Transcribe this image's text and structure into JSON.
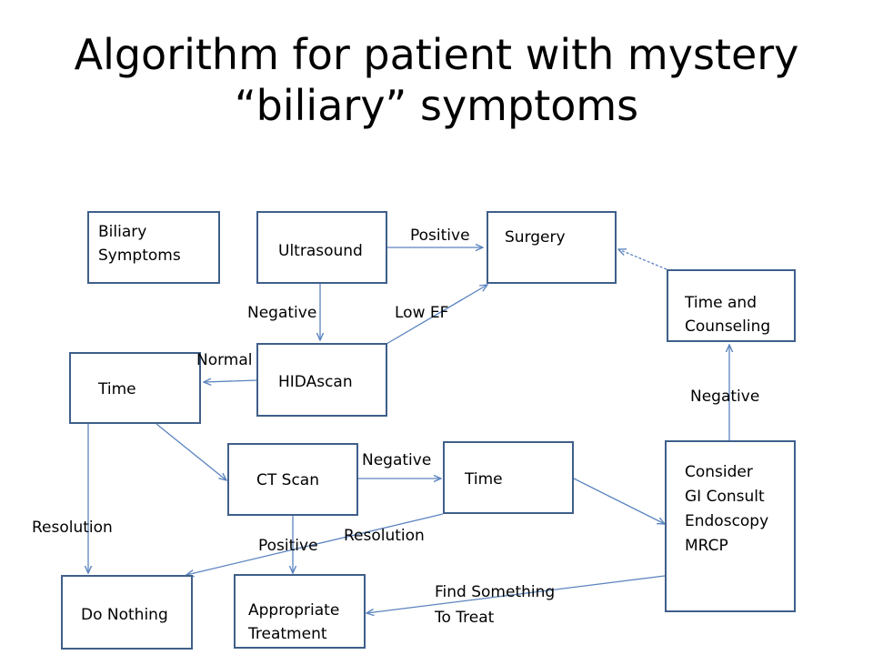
{
  "title": {
    "line1": "Algorithm for patient with mystery",
    "line2": "“biliary” symptoms"
  },
  "nodes": {
    "biliary_symptoms": [
      "Biliary",
      "Symptoms"
    ],
    "ultrasound": "Ultrasound",
    "surgery": "Surgery",
    "time_counseling": [
      "Time and",
      "Counseling"
    ],
    "hidascan": "HIDAscan",
    "time_left": "Time",
    "ct_scan": "CT Scan",
    "time_mid": "Time",
    "consider": [
      "Consider",
      "GI Consult",
      "Endoscopy",
      "MRCP"
    ],
    "do_nothing": "Do Nothing",
    "appropriate_treatment": [
      "Appropriate",
      "Treatment"
    ]
  },
  "edge_labels": {
    "positive_top": "Positive",
    "negative_us": "Negative",
    "low_ef": "Low EF",
    "normal": "Normal",
    "negative_right": "Negative",
    "negative_ct": "Negative",
    "resolution_left": "Resolution",
    "resolution_mid": "Resolution",
    "positive_ct": "Positive",
    "find_something": [
      "Find Something",
      "To Treat"
    ]
  },
  "colors": {
    "box_border": "#3f5f8a",
    "arrow": "#5b84bf"
  }
}
